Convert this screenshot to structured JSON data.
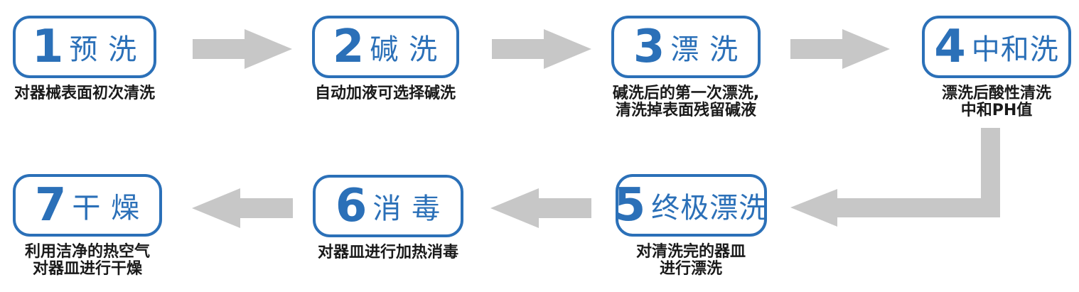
{
  "colors": {
    "accent_blue": "#2B70B8",
    "arrow_gray": "#C7C7C7",
    "caption_text": "#1A1A1A",
    "background": "#FFFFFF"
  },
  "flow": {
    "steps": [
      {
        "number": "1",
        "label": "预 洗",
        "caption_lines": [
          "对器械表面初次清洗"
        ]
      },
      {
        "number": "2",
        "label": "碱 洗",
        "caption_lines": [
          "自动加液可选择碱洗"
        ]
      },
      {
        "number": "3",
        "label": "漂 洗",
        "caption_lines": [
          "碱洗后的第一次漂洗,",
          "清洗掉表面残留碱液"
        ]
      },
      {
        "number": "4",
        "label": "中和洗",
        "caption_lines": [
          "漂洗后酸性清洗",
          "中和PH值"
        ]
      },
      {
        "number": "5",
        "label": "终极漂洗",
        "caption_lines": [
          "对清洗完的器皿",
          "进行漂洗"
        ]
      },
      {
        "number": "6",
        "label": "消 毒",
        "caption_lines": [
          "对器皿进行加热消毒"
        ]
      },
      {
        "number": "7",
        "label": "干 燥",
        "caption_lines": [
          "利用洁净的热空气",
          "对器皿进行干燥"
        ]
      }
    ]
  }
}
